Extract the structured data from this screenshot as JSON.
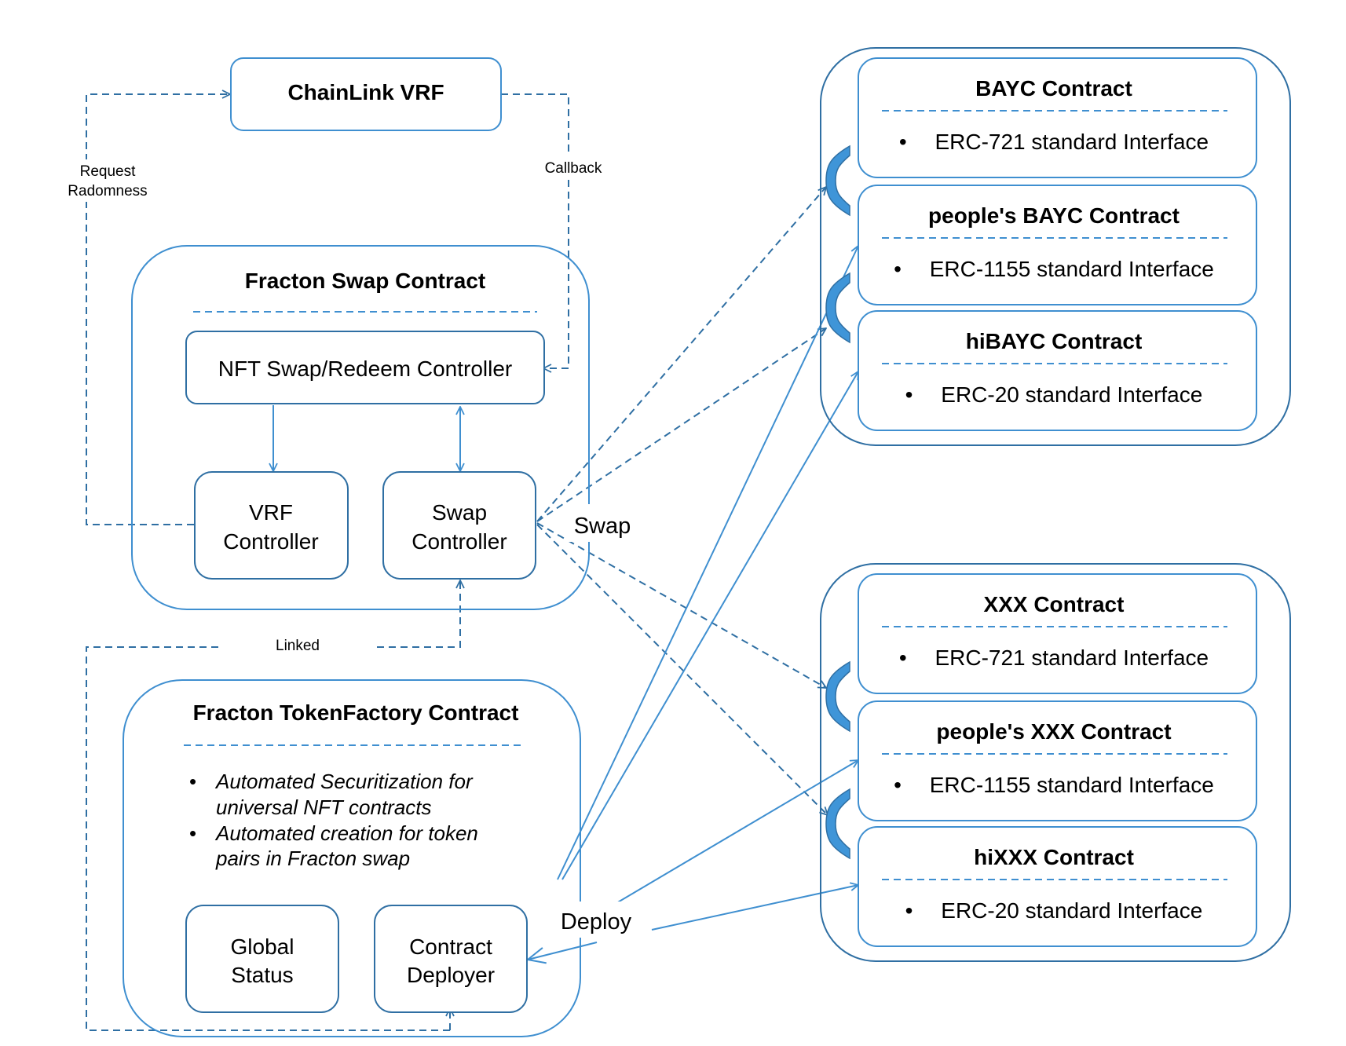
{
  "colors": {
    "box_border": "#3f8fd0",
    "inner_box_border": "#2f6fa3",
    "bracket_fill": "#3f95d8",
    "text": "#000000",
    "background": "#ffffff"
  },
  "chainlink": {
    "title": "ChainLink VRF"
  },
  "edge_labels": {
    "request": [
      "Request",
      "Radomness"
    ],
    "callback": "Callback",
    "linked": "Linked",
    "swap": "Swap",
    "deploy": "Deploy"
  },
  "swap_contract": {
    "title": "Fracton Swap Contract",
    "nft_controller": "NFT Swap/Redeem Controller",
    "vrf_controller": [
      "VRF",
      "Controller"
    ],
    "swap_controller": [
      "Swap",
      "Controller"
    ]
  },
  "factory_contract": {
    "title": "Fracton TokenFactory Contract",
    "bullets": [
      [
        "Automated Securitization for",
        "universal NFT contracts"
      ],
      [
        "Automated creation for token",
        "pairs in Fracton swap"
      ]
    ],
    "global_status": [
      "Global",
      "Status"
    ],
    "contract_deployer": [
      "Contract",
      "Deployer"
    ]
  },
  "bullet_glyph": "•",
  "contract_groups": [
    {
      "contracts": [
        {
          "title": "BAYC Contract",
          "interface": "ERC-721 standard Interface"
        },
        {
          "title": "people's BAYC Contract",
          "interface": "ERC-1155 standard Interface"
        },
        {
          "title": "hiBAYC Contract",
          "interface": "ERC-20 standard Interface"
        }
      ]
    },
    {
      "contracts": [
        {
          "title": "XXX Contract",
          "interface": "ERC-721 standard Interface"
        },
        {
          "title": "people's XXX Contract",
          "interface": "ERC-1155 standard Interface"
        },
        {
          "title": "hiXXX Contract",
          "interface": "ERC-20 standard Interface"
        }
      ]
    }
  ]
}
